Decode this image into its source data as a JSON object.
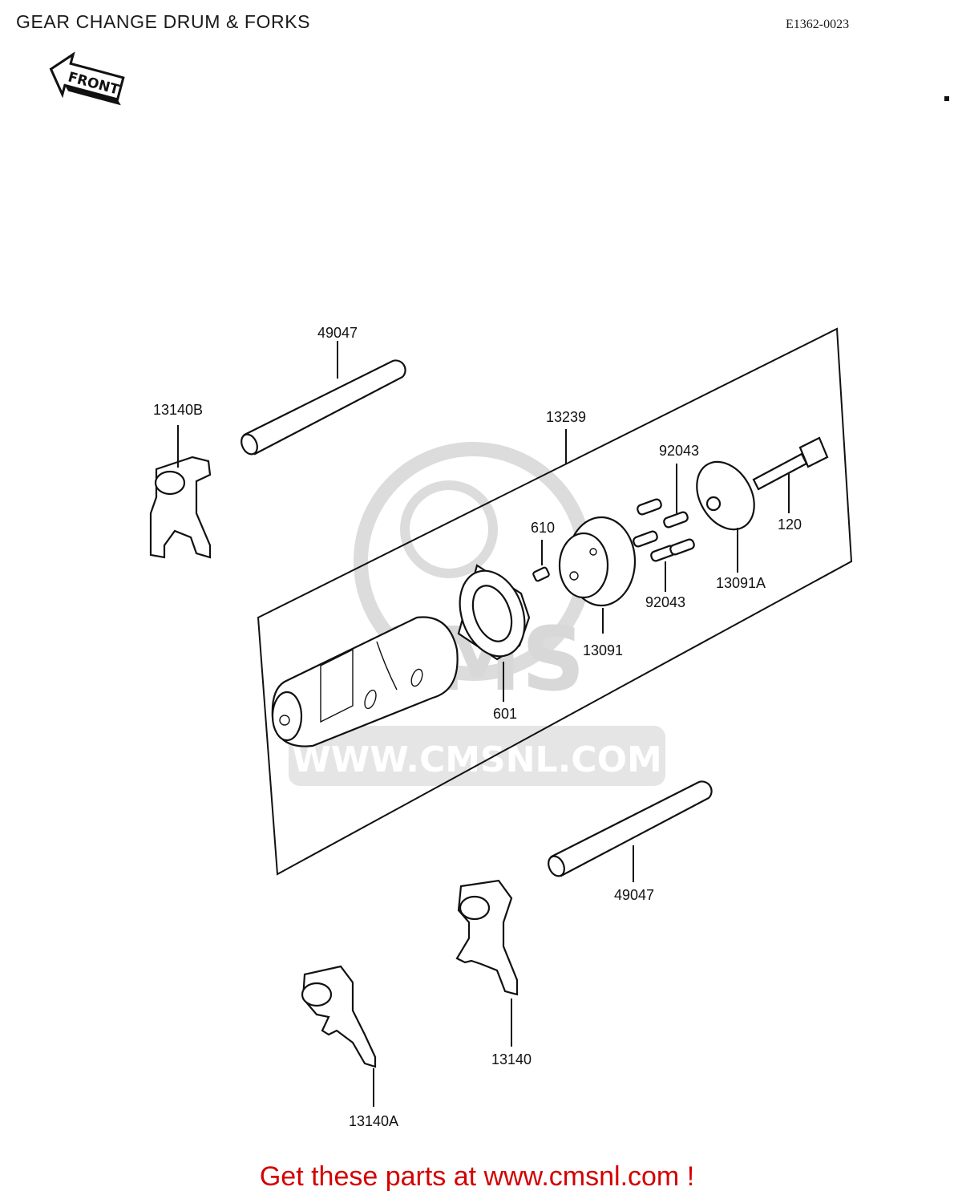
{
  "header": {
    "title": "GEAR CHANGE DRUM & FORKS",
    "code": "E1362-0023"
  },
  "front_arrow": {
    "label": "FRONT"
  },
  "parts": [
    {
      "id": "shaft-upper",
      "number": "49047"
    },
    {
      "id": "fork-13140b",
      "number": "13140B"
    },
    {
      "id": "drum-13239",
      "number": "13239"
    },
    {
      "id": "pin-92043-top",
      "number": "92043"
    },
    {
      "id": "bolt-120",
      "number": "120"
    },
    {
      "id": "pin-610",
      "number": "610"
    },
    {
      "id": "holder-13091",
      "number": "13091"
    },
    {
      "id": "pin-92043-bottom",
      "number": "92043"
    },
    {
      "id": "plate-13091a",
      "number": "13091A"
    },
    {
      "id": "bearing-601",
      "number": "601"
    },
    {
      "id": "shaft-lower",
      "number": "49047"
    },
    {
      "id": "fork-13140",
      "number": "13140"
    },
    {
      "id": "fork-13140a",
      "number": "13140A"
    }
  ],
  "watermark": {
    "text": "WWW.CMSNL.COM",
    "logo": "CMS"
  },
  "footer": {
    "text": "Get these parts at www.cmsnl.com !"
  },
  "colors": {
    "footer": "#d40000",
    "watermark": "#d0d0d0"
  }
}
